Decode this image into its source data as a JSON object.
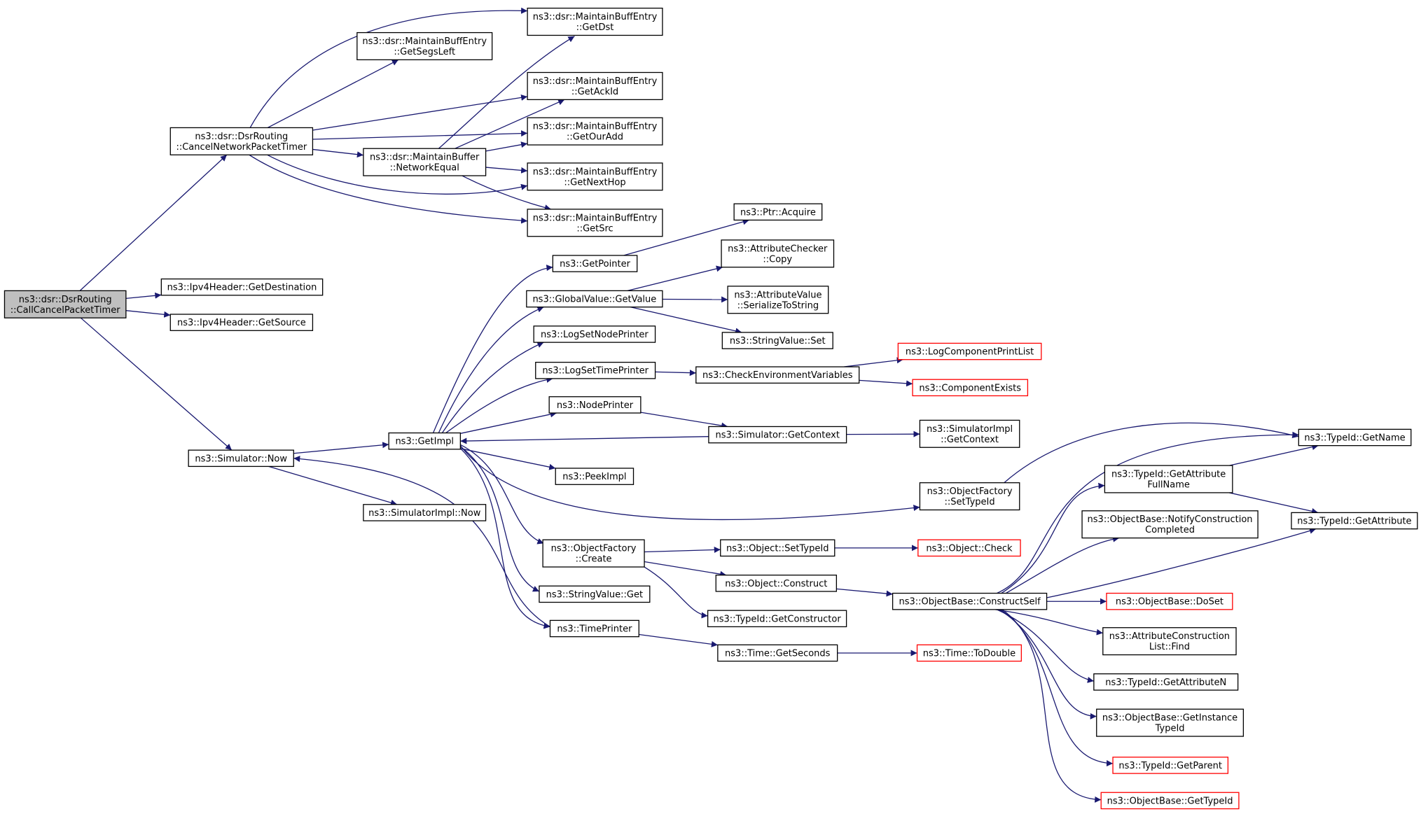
{
  "diagram": {
    "type": "call-graph",
    "colors": {
      "edge": "#191970",
      "node_border": "#000000",
      "truncated_border": "#ff0000",
      "root_fill": "#bfbfbf",
      "node_fill": "#ffffff"
    },
    "nodes": [
      {
        "id": "root",
        "lines": [
          "ns3::dsr::DsrRouting",
          "::CallCancelPacketTimer"
        ],
        "style": "root"
      },
      {
        "id": "cancelNet",
        "lines": [
          "ns3::dsr::DsrRouting",
          "::CancelNetworkPacketTimer"
        ]
      },
      {
        "id": "getDest",
        "lines": [
          "ns3::Ipv4Header::GetDestination"
        ]
      },
      {
        "id": "getSource",
        "lines": [
          "ns3::Ipv4Header::GetSource"
        ]
      },
      {
        "id": "simNow",
        "lines": [
          "ns3::Simulator::Now"
        ]
      },
      {
        "id": "getSegsLeft",
        "lines": [
          "ns3::dsr::MaintainBuffEntry",
          "::GetSegsLeft"
        ]
      },
      {
        "id": "getDst",
        "lines": [
          "ns3::dsr::MaintainBuffEntry",
          "::GetDst"
        ]
      },
      {
        "id": "getAckId",
        "lines": [
          "ns3::dsr::MaintainBuffEntry",
          "::GetAckId"
        ]
      },
      {
        "id": "getOurAdd",
        "lines": [
          "ns3::dsr::MaintainBuffEntry",
          "::GetOurAdd"
        ]
      },
      {
        "id": "getNextHop",
        "lines": [
          "ns3::dsr::MaintainBuffEntry",
          "::GetNextHop"
        ]
      },
      {
        "id": "getSrc",
        "lines": [
          "ns3::dsr::MaintainBuffEntry",
          "::GetSrc"
        ]
      },
      {
        "id": "netEqual",
        "lines": [
          "ns3::dsr::MaintainBuffer",
          "::NetworkEqual"
        ]
      },
      {
        "id": "getImpl",
        "lines": [
          "ns3::GetImpl"
        ]
      },
      {
        "id": "simImplNow",
        "lines": [
          "ns3::SimulatorImpl::Now"
        ]
      },
      {
        "id": "getPointer",
        "lines": [
          "ns3::GetPointer"
        ]
      },
      {
        "id": "gvGetValue",
        "lines": [
          "ns3::GlobalValue::GetValue"
        ]
      },
      {
        "id": "logSetNode",
        "lines": [
          "ns3::LogSetNodePrinter"
        ]
      },
      {
        "id": "logSetTime",
        "lines": [
          "ns3::LogSetTimePrinter"
        ]
      },
      {
        "id": "nodePrinter",
        "lines": [
          "ns3::NodePrinter"
        ]
      },
      {
        "id": "peekImpl",
        "lines": [
          "ns3::PeekImpl"
        ]
      },
      {
        "id": "ofCreate",
        "lines": [
          "ns3::ObjectFactory",
          "::Create"
        ]
      },
      {
        "id": "svGet",
        "lines": [
          "ns3::StringValue::Get"
        ]
      },
      {
        "id": "timePrinter",
        "lines": [
          "ns3::TimePrinter"
        ]
      },
      {
        "id": "ptrAcquire",
        "lines": [
          "ns3::Ptr::Acquire"
        ]
      },
      {
        "id": "acCopy",
        "lines": [
          "ns3::AttributeChecker",
          "::Copy"
        ]
      },
      {
        "id": "avSerialize",
        "lines": [
          "ns3::AttributeValue",
          "::SerializeToString"
        ]
      },
      {
        "id": "svSet",
        "lines": [
          "ns3::StringValue::Set"
        ]
      },
      {
        "id": "checkEnv",
        "lines": [
          "ns3::CheckEnvironmentVariables"
        ]
      },
      {
        "id": "simGetContext",
        "lines": [
          "ns3::Simulator::GetContext"
        ]
      },
      {
        "id": "ofSetTypeId",
        "lines": [
          "ns3::ObjectFactory",
          "::SetTypeId"
        ]
      },
      {
        "id": "objSetTypeId",
        "lines": [
          "ns3::Object::SetTypeId"
        ]
      },
      {
        "id": "objConstruct",
        "lines": [
          "ns3::Object::Construct"
        ]
      },
      {
        "id": "getConstructor",
        "lines": [
          "ns3::TypeId::GetConstructor"
        ]
      },
      {
        "id": "timeGetSeconds",
        "lines": [
          "ns3::Time::GetSeconds"
        ]
      },
      {
        "id": "logCompPrint",
        "lines": [
          "ns3::LogComponentPrintList"
        ],
        "style": "trunc"
      },
      {
        "id": "compExists",
        "lines": [
          "ns3::ComponentExists"
        ],
        "style": "trunc"
      },
      {
        "id": "simImplGetContext",
        "lines": [
          "ns3::SimulatorImpl",
          "::GetContext"
        ]
      },
      {
        "id": "objCheck",
        "lines": [
          "ns3::Object::Check"
        ],
        "style": "trunc"
      },
      {
        "id": "obConstructSelf",
        "lines": [
          "ns3::ObjectBase::ConstructSelf"
        ]
      },
      {
        "id": "timeToDouble",
        "lines": [
          "ns3::Time::ToDouble"
        ],
        "style": "trunc"
      },
      {
        "id": "tidGetAttrFull",
        "lines": [
          "ns3::TypeId::GetAttribute",
          "FullName"
        ]
      },
      {
        "id": "obNotify",
        "lines": [
          "ns3::ObjectBase::NotifyConstruction",
          "Completed"
        ]
      },
      {
        "id": "obDoSet",
        "lines": [
          "ns3::ObjectBase::DoSet"
        ],
        "style": "trunc"
      },
      {
        "id": "acListFind",
        "lines": [
          "ns3::AttributeConstruction",
          "List::Find"
        ]
      },
      {
        "id": "tidGetAttrN",
        "lines": [
          "ns3::TypeId::GetAttributeN"
        ]
      },
      {
        "id": "obGetInstance",
        "lines": [
          "ns3::ObjectBase::GetInstance",
          "TypeId"
        ]
      },
      {
        "id": "tidGetParent",
        "lines": [
          "ns3::TypeId::GetParent"
        ],
        "style": "trunc"
      },
      {
        "id": "obGetTypeId",
        "lines": [
          "ns3::ObjectBase::GetTypeId"
        ],
        "style": "trunc"
      },
      {
        "id": "tidGetName",
        "lines": [
          "ns3::TypeId::GetName"
        ]
      },
      {
        "id": "tidGetAttr",
        "lines": [
          "ns3::TypeId::GetAttribute"
        ]
      }
    ],
    "edges": [
      {
        "from": "root",
        "to": "cancelNet"
      },
      {
        "from": "root",
        "to": "getDest"
      },
      {
        "from": "root",
        "to": "getSource"
      },
      {
        "from": "root",
        "to": "simNow"
      },
      {
        "from": "cancelNet",
        "to": "getDst"
      },
      {
        "from": "cancelNet",
        "to": "getSegsLeft"
      },
      {
        "from": "cancelNet",
        "to": "getAckId"
      },
      {
        "from": "cancelNet",
        "to": "getOurAdd"
      },
      {
        "from": "cancelNet",
        "to": "netEqual"
      },
      {
        "from": "cancelNet",
        "to": "getNextHop"
      },
      {
        "from": "cancelNet",
        "to": "getSrc"
      },
      {
        "from": "netEqual",
        "to": "getDst"
      },
      {
        "from": "netEqual",
        "to": "getAckId"
      },
      {
        "from": "netEqual",
        "to": "getOurAdd"
      },
      {
        "from": "netEqual",
        "to": "getNextHop"
      },
      {
        "from": "netEqual",
        "to": "getSrc"
      },
      {
        "from": "simNow",
        "to": "getImpl"
      },
      {
        "from": "simNow",
        "to": "simImplNow"
      },
      {
        "from": "getImpl",
        "to": "getPointer"
      },
      {
        "from": "getImpl",
        "to": "gvGetValue"
      },
      {
        "from": "getImpl",
        "to": "logSetNode"
      },
      {
        "from": "getImpl",
        "to": "logSetTime"
      },
      {
        "from": "getImpl",
        "to": "nodePrinter"
      },
      {
        "from": "getImpl",
        "to": "peekImpl"
      },
      {
        "from": "getImpl",
        "to": "ofSetTypeId"
      },
      {
        "from": "getImpl",
        "to": "ofCreate"
      },
      {
        "from": "getImpl",
        "to": "svGet"
      },
      {
        "from": "getImpl",
        "to": "timePrinter"
      },
      {
        "from": "getPointer",
        "to": "ptrAcquire"
      },
      {
        "from": "gvGetValue",
        "to": "acCopy"
      },
      {
        "from": "gvGetValue",
        "to": "avSerialize"
      },
      {
        "from": "gvGetValue",
        "to": "svSet"
      },
      {
        "from": "logSetTime",
        "to": "checkEnv"
      },
      {
        "from": "checkEnv",
        "to": "logCompPrint"
      },
      {
        "from": "checkEnv",
        "to": "compExists"
      },
      {
        "from": "nodePrinter",
        "to": "simGetContext"
      },
      {
        "from": "simGetContext",
        "to": "getImpl"
      },
      {
        "from": "simGetContext",
        "to": "simImplGetContext"
      },
      {
        "from": "ofCreate",
        "to": "objSetTypeId"
      },
      {
        "from": "ofCreate",
        "to": "objConstruct"
      },
      {
        "from": "ofCreate",
        "to": "getConstructor"
      },
      {
        "from": "objSetTypeId",
        "to": "objCheck"
      },
      {
        "from": "objConstruct",
        "to": "obConstructSelf"
      },
      {
        "from": "timePrinter",
        "to": "simNow"
      },
      {
        "from": "timePrinter",
        "to": "timeGetSeconds"
      },
      {
        "from": "timeGetSeconds",
        "to": "timeToDouble"
      },
      {
        "from": "ofSetTypeId",
        "to": "tidGetName"
      },
      {
        "from": "obConstructSelf",
        "to": "tidGetName"
      },
      {
        "from": "obConstructSelf",
        "to": "tidGetAttrFull"
      },
      {
        "from": "obConstructSelf",
        "to": "obNotify"
      },
      {
        "from": "obConstructSelf",
        "to": "tidGetAttr"
      },
      {
        "from": "obConstructSelf",
        "to": "obDoSet"
      },
      {
        "from": "obConstructSelf",
        "to": "acListFind"
      },
      {
        "from": "obConstructSelf",
        "to": "tidGetAttrN"
      },
      {
        "from": "obConstructSelf",
        "to": "obGetInstance"
      },
      {
        "from": "obConstructSelf",
        "to": "tidGetParent"
      },
      {
        "from": "obConstructSelf",
        "to": "obGetTypeId"
      },
      {
        "from": "tidGetAttrFull",
        "to": "tidGetName"
      },
      {
        "from": "tidGetAttrFull",
        "to": "tidGetAttr"
      }
    ]
  }
}
